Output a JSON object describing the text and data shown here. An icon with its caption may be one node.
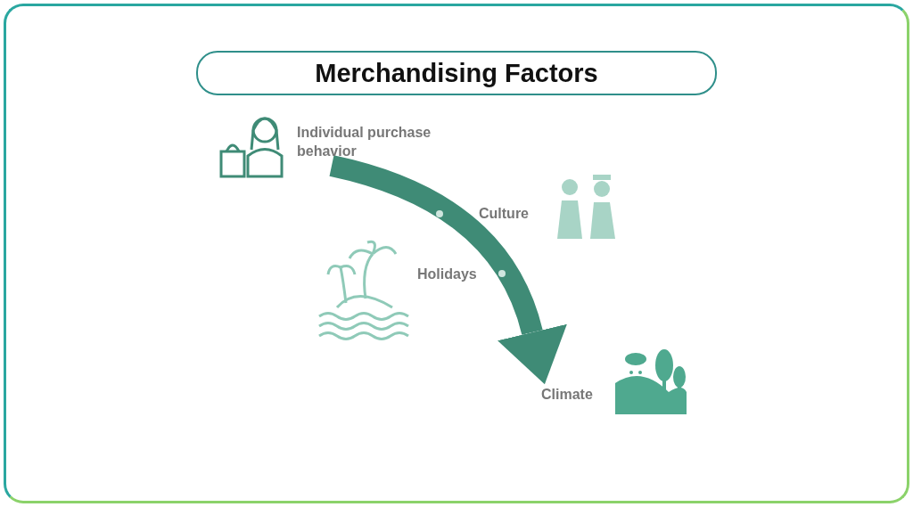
{
  "diagram": {
    "title": "Merchandising Factors",
    "nodes": [
      {
        "text": [
          "Individual purchase behavior"
        ]
      },
      {
        "text": [
          "Climate"
        ]
      }
    ],
    "edges": [
      {
        "from": 0,
        "to": 1,
        "arrow": "to",
        "color": "#3f8b76"
      }
    ],
    "labels": [
      "Culture",
      "Holidays"
    ]
  }
}
